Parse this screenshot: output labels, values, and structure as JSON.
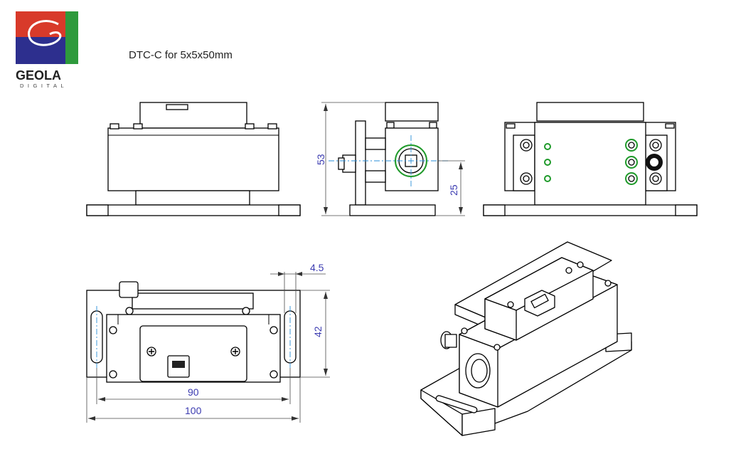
{
  "logo": {
    "brand": "GEOLA",
    "sub": "DIGITAL",
    "colors": {
      "red": "#d83a2a",
      "blue": "#2d2f8e",
      "green": "#2e9a3c"
    }
  },
  "title": "DTC-C for 5x5x50mm",
  "dimensions": {
    "height_total": "53",
    "axis_height": "25",
    "slot_offset": "4.5",
    "base_depth": "42",
    "hole_spacing": "90",
    "base_length": "100"
  },
  "colors": {
    "dimension": "#3b3bb0",
    "centerline": "#2a8fd8",
    "led": "#1f9a2a"
  }
}
